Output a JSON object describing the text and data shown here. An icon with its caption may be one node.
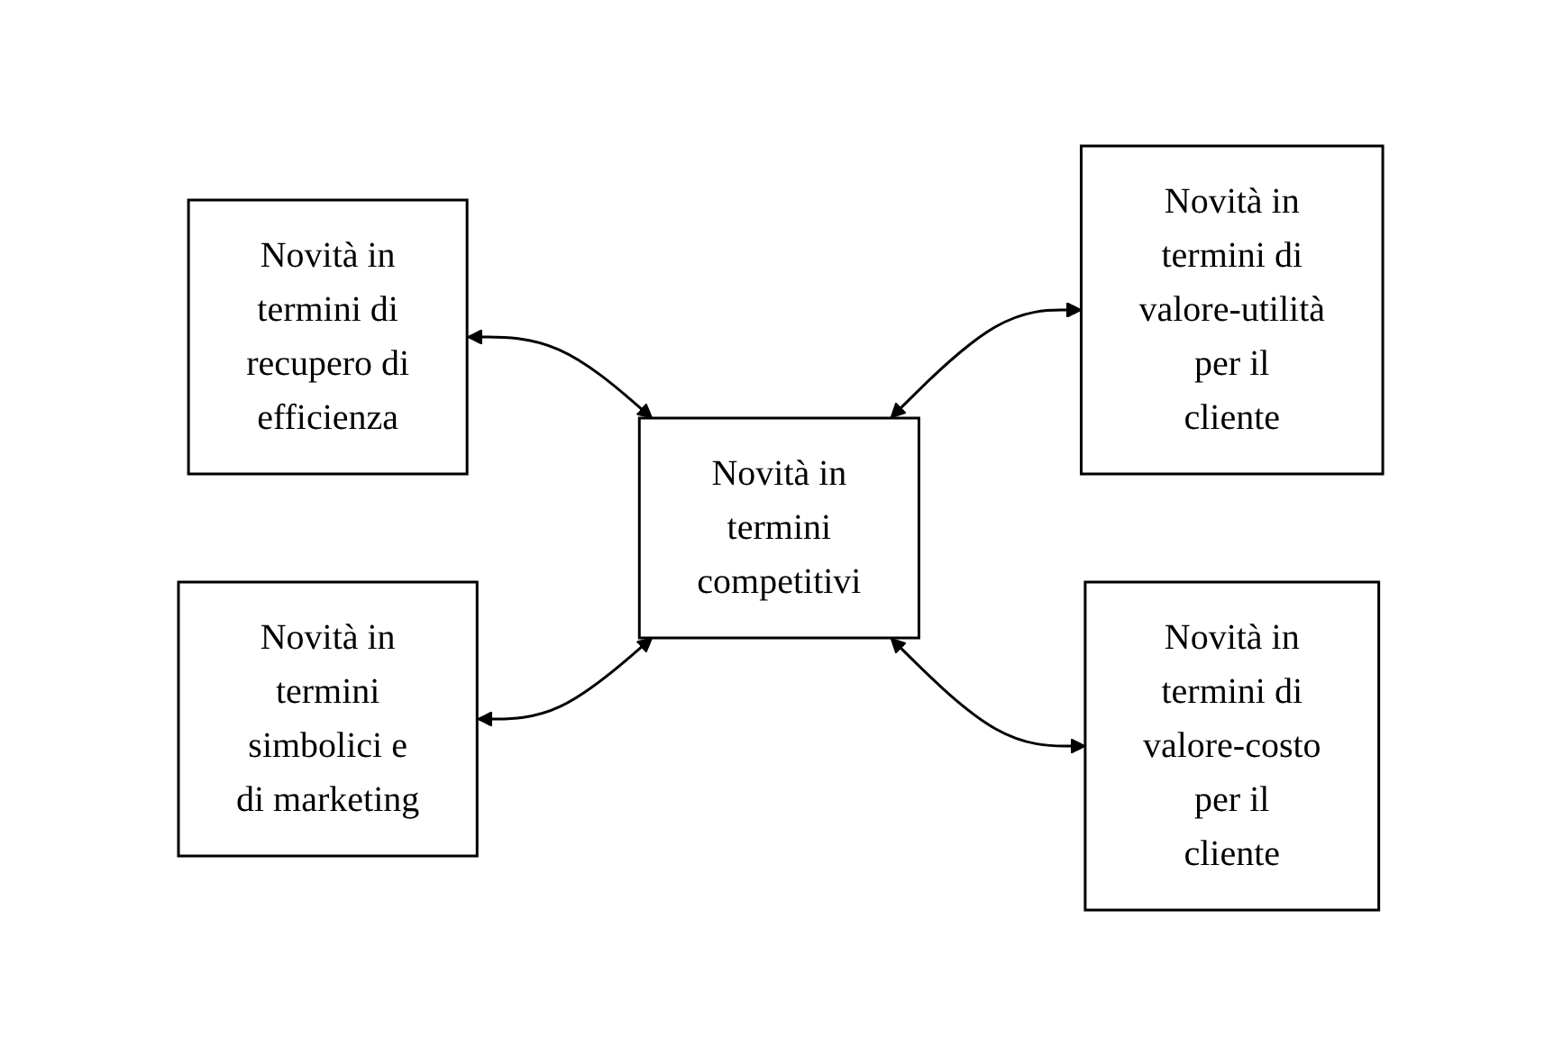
{
  "diagram": {
    "nodes": [
      {
        "text": [
          "Novità in termini di recupero di efficienza"
        ]
      },
      {
        "text": [
          "Novità in termini simbolici e di marketing"
        ]
      },
      {
        "text": [
          "Novità in termini competitivi"
        ]
      },
      {
        "text": [
          "Novità in termini di valore-utilità per il cliente"
        ]
      },
      {
        "text": [
          "Novità in termini di valore-costo per il cliente"
        ]
      }
    ],
    "edges": [
      {
        "from": 0,
        "to": 2,
        "arrow": "both"
      },
      {
        "from": 1,
        "to": 2,
        "arrow": "both"
      },
      {
        "from": 2,
        "to": 3,
        "arrow": "both"
      },
      {
        "from": 2,
        "to": 4,
        "arrow": "both"
      }
    ]
  }
}
